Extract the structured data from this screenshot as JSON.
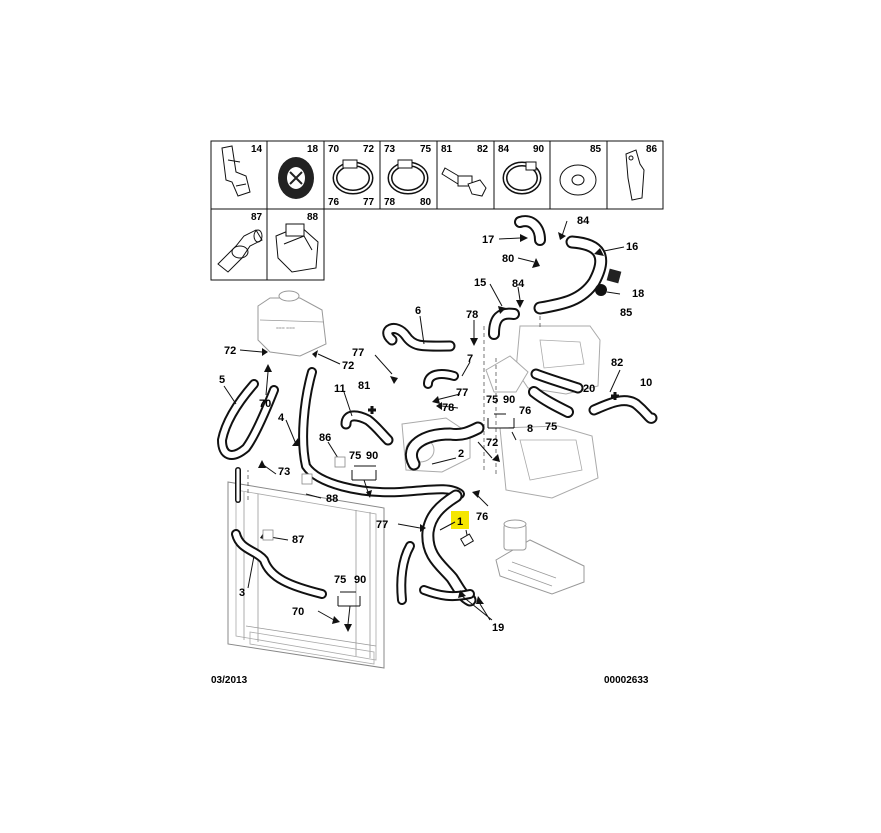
{
  "legend": {
    "cells": [
      {
        "top_left": "",
        "top_right": "14",
        "bottom_left": "",
        "bottom_right": "",
        "icon": "clip-bracket-icon"
      },
      {
        "top_left": "",
        "top_right": "18",
        "bottom_left": "",
        "bottom_right": "",
        "icon": "grommet-icon"
      },
      {
        "top_left": "70",
        "top_right": "72",
        "bottom_left": "76",
        "bottom_right": "77",
        "icon": "hose-clamp-icon"
      },
      {
        "top_left": "73",
        "top_right": "75",
        "bottom_left": "78",
        "bottom_right": "80",
        "icon": "hose-clamp-icon"
      },
      {
        "top_left": "81",
        "top_right": "82",
        "bottom_left": "",
        "bottom_right": "",
        "icon": "bolt-icon"
      },
      {
        "top_left": "84",
        "top_right": "90",
        "bottom_left": "",
        "bottom_right": "",
        "icon": "hose-clamp-icon"
      },
      {
        "top_left": "",
        "top_right": "85",
        "bottom_left": "",
        "bottom_right": "",
        "icon": "washer-icon"
      },
      {
        "top_left": "",
        "top_right": "86",
        "bottom_left": "",
        "bottom_right": "",
        "icon": "bracket-icon"
      },
      {
        "top_left": "",
        "top_right": "87",
        "bottom_left": "",
        "bottom_right": "",
        "icon": "pipe-clip-icon"
      },
      {
        "top_left": "",
        "top_right": "88",
        "bottom_left": "",
        "bottom_right": "",
        "icon": "strap-icon"
      }
    ]
  },
  "callouts": [
    {
      "text": "17"
    },
    {
      "text": "84"
    },
    {
      "text": "16"
    },
    {
      "text": "80"
    },
    {
      "text": "15"
    },
    {
      "text": "84"
    },
    {
      "text": "18"
    },
    {
      "text": "85"
    },
    {
      "text": "6"
    },
    {
      "text": "78"
    },
    {
      "text": "72"
    },
    {
      "text": "77"
    },
    {
      "text": "72"
    },
    {
      "text": "5"
    },
    {
      "text": "11"
    },
    {
      "text": "81"
    },
    {
      "text": "7"
    },
    {
      "text": "77"
    },
    {
      "text": "78"
    },
    {
      "text": "82"
    },
    {
      "text": "20"
    },
    {
      "text": "10"
    },
    {
      "text": "70"
    },
    {
      "text": "4"
    },
    {
      "text": "75"
    },
    {
      "text": "90"
    },
    {
      "text": "76"
    },
    {
      "text": "8"
    },
    {
      "text": "75"
    },
    {
      "text": "86"
    },
    {
      "text": "72"
    },
    {
      "text": "2"
    },
    {
      "text": "75"
    },
    {
      "text": "90"
    },
    {
      "text": "73"
    },
    {
      "text": "88"
    },
    {
      "text": "76"
    },
    {
      "text": "77"
    },
    {
      "text": "87"
    },
    {
      "text": "3"
    },
    {
      "text": "75"
    },
    {
      "text": "90"
    },
    {
      "text": "70"
    },
    {
      "text": "19"
    }
  ],
  "highlight_callout": {
    "text": "1",
    "color": "#f5e600"
  },
  "footer": {
    "date": "03/2013",
    "ref": "00002633"
  }
}
